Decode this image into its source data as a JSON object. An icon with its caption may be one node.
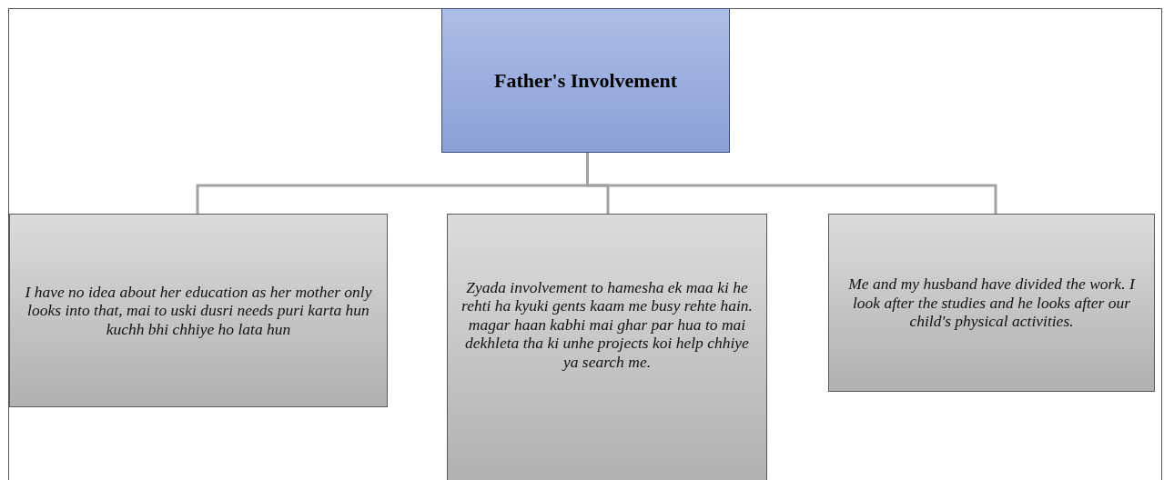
{
  "diagram": {
    "nodes": [
      {
        "text": [
          "Father's Involvement"
        ]
      },
      {
        "text": [
          "I have no idea about her education as her mother only looks into that, mai to uski dusri needs puri karta hun kuchh bhi chhiye ho lata hun"
        ]
      },
      {
        "text": [
          "Zyada involvement to hamesha ek maa ki he rehti ha kyuki gents kaam me busy rehte hain. magar haan kabhi mai ghar par hua to mai dekhleta tha ki unhe projects koi help chhiye ya search me."
        ]
      },
      {
        "text": [
          "Me and my husband have divided the work. I look after the studies and he looks after our child's physical activities."
        ]
      }
    ],
    "edges": [
      {
        "from": 0,
        "to": 1,
        "arrow": "none"
      },
      {
        "from": 0,
        "to": 2,
        "arrow": "none"
      },
      {
        "from": 0,
        "to": 3,
        "arrow": "none"
      }
    ]
  }
}
